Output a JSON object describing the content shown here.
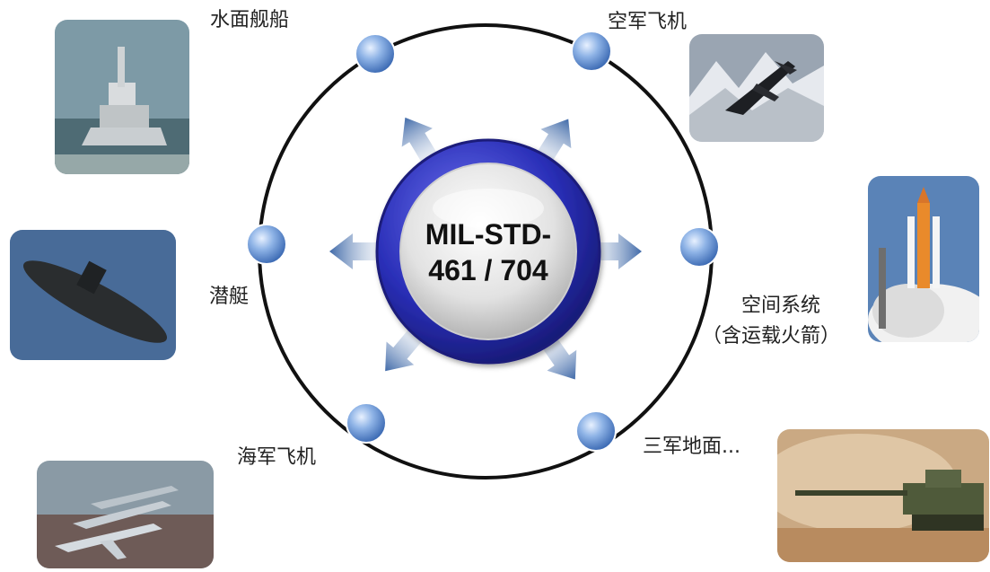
{
  "center": {
    "line1": "MIL-STD-",
    "line2": "461 / 704"
  },
  "platforms": [
    {
      "id": "surface-ship",
      "label": "水面舰船"
    },
    {
      "id": "air-force-aircraft",
      "label": "空军飞机"
    },
    {
      "id": "submarine",
      "label": "潜艇"
    },
    {
      "id": "space-system",
      "label": "空间系统",
      "label2": "（含运载火箭）"
    },
    {
      "id": "naval-aircraft",
      "label": "海军飞机"
    },
    {
      "id": "army-ground",
      "label": "三军地面..."
    }
  ],
  "colors": {
    "ring": "#111111",
    "node": "#6f9ad8",
    "arrow": "#4a72ac",
    "hub_outer": "#2b2fa8",
    "hub_inner": "#e6e6e6"
  }
}
